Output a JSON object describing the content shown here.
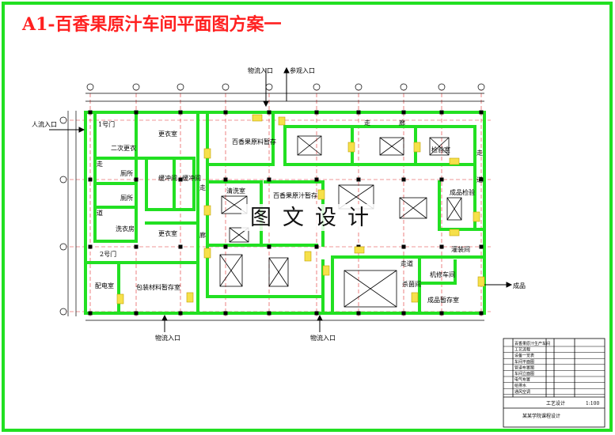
{
  "title": "A1-百香果原汁车间平面图方案一",
  "watermark": "图文设计",
  "colors": {
    "wall": "#22e022",
    "grid": "#e03030",
    "line": "#000000",
    "title": "#ff2020",
    "door": "#f0d000"
  },
  "entrances": {
    "material_in": "物流入口",
    "personnel_in": "参观入口",
    "people_in": "人流入口",
    "product_out": "成品",
    "bottom_in_1": "物流入口",
    "bottom_in_2": "物流入口"
  },
  "rooms": {
    "r1": "1号门",
    "r2": "更衣室",
    "r3": "二次更衣",
    "r4": "走",
    "r5": "厕所",
    "r6": "厕所",
    "r7": "缓冲间",
    "r8": "缓冲间",
    "r9": "道",
    "r10": "更衣室",
    "r11": "洗衣房",
    "r12": "2号门",
    "r13": "配电室",
    "r14": "包装材料暂存室",
    "r15": "百香果原料暂存",
    "r16": "百香果原汁暂存",
    "r17": "走",
    "r18": "廊",
    "r19": "走",
    "r20": "廊",
    "r21": "检验室",
    "r22": "成品暂存室",
    "r23": "清洗室",
    "r24": "成品检验",
    "r25": "机修车间",
    "r26": "走",
    "r27": "道",
    "r28": "走道",
    "r29": "灌装间",
    "r30": "杀菌间"
  },
  "table": {
    "rows": [
      "百香果原汁生产车间",
      "工艺流程",
      "设备一览表",
      "车间平面图",
      "管道布置图",
      "车间立面图",
      "电气布置",
      "给排水",
      "通风空调"
    ],
    "footer": "某某学院课程设计",
    "drawing": "工艺设计",
    "sheet": "1:100"
  }
}
